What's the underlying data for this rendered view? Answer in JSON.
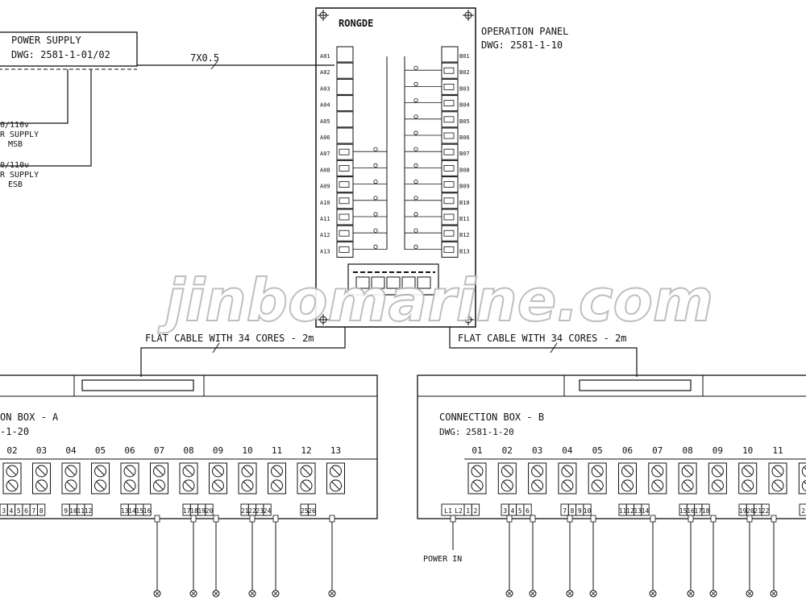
{
  "power_supply": {
    "title": "POWER SUPPLY",
    "dwg": "DWG: 2581-1-01/02",
    "cable_label": "7X0.5",
    "feeds": [
      {
        "line1": "0/110v",
        "line2": "R SUPPLY",
        "line3": "MSB"
      },
      {
        "line1": "0/110v",
        "line2": "R SUPPLY",
        "line3": "ESB"
      }
    ]
  },
  "operation_panel": {
    "brand": "RONGDE",
    "title": "OPERATION PANEL",
    "dwg": "DWG: 2581-1-10",
    "left_labels": [
      "A01",
      "A02",
      "A03",
      "A04",
      "A05",
      "A06",
      "A07",
      "A08",
      "A09",
      "A10",
      "A11",
      "A12",
      "A13"
    ],
    "right_labels": [
      "B01",
      "B02",
      "B03",
      "B04",
      "B05",
      "B06",
      "B07",
      "B08",
      "B09",
      "B10",
      "B11",
      "B12",
      "B13"
    ]
  },
  "flat_cables": {
    "left": "FLAT CABLE WITH 34 CORES - 2m",
    "right": "FLAT CABLE WITH 34 CORES - 2m"
  },
  "box_a": {
    "title": "ON BOX - A",
    "dwg": "-1-20",
    "channels": [
      "02",
      "03",
      "04",
      "05",
      "06",
      "07",
      "08",
      "09",
      "10",
      "11",
      "12",
      "13"
    ],
    "terminals": [
      "3",
      "4",
      "5",
      "6",
      "7",
      "8",
      "9",
      "10",
      "11",
      "12",
      "13",
      "14",
      "15",
      "16",
      "17",
      "18",
      "19",
      "20",
      "21",
      "22",
      "23",
      "24",
      "25",
      "26"
    ]
  },
  "box_b": {
    "title": "CONNECTION BOX - B",
    "dwg": "DWG: 2581-1-20",
    "channels": [
      "01",
      "02",
      "03",
      "04",
      "05",
      "06",
      "07",
      "08",
      "09",
      "10",
      "11",
      "1"
    ],
    "terminals": [
      "L1",
      "L2",
      "1",
      "2",
      "3",
      "4",
      "5",
      "6",
      "7",
      "8",
      "9",
      "10",
      "11",
      "12",
      "13",
      "14",
      "15",
      "16",
      "17",
      "18",
      "19",
      "20",
      "21",
      "22",
      "2"
    ],
    "power_in": "POWER IN"
  },
  "watermark": "jinbomarine.com"
}
